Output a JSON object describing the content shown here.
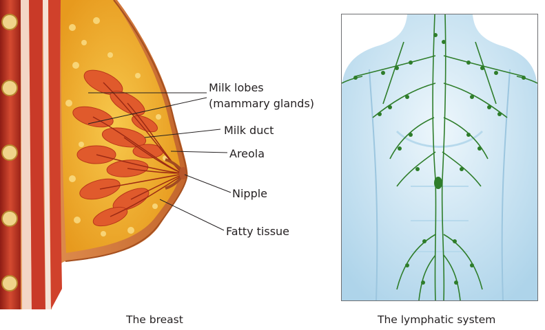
{
  "breast": {
    "labels": {
      "milk_lobes_line1": "Milk lobes",
      "milk_lobes_line2": "(mammary glands)",
      "milk_duct": "Milk duct",
      "areola": "Areola",
      "nipple": "Nipple",
      "fatty_tissue": "Fatty tissue"
    },
    "caption": "The breast"
  },
  "lymph": {
    "caption": "The lymphatic system"
  },
  "colors": {
    "skin": "#d9793b",
    "skin_dark": "#b55a26",
    "fat": "#f2b02e",
    "lobe": "#e0522a",
    "muscle": "#c83225",
    "body_blue": "#cfe6f3",
    "lymph_green": "#2e7d2a"
  }
}
